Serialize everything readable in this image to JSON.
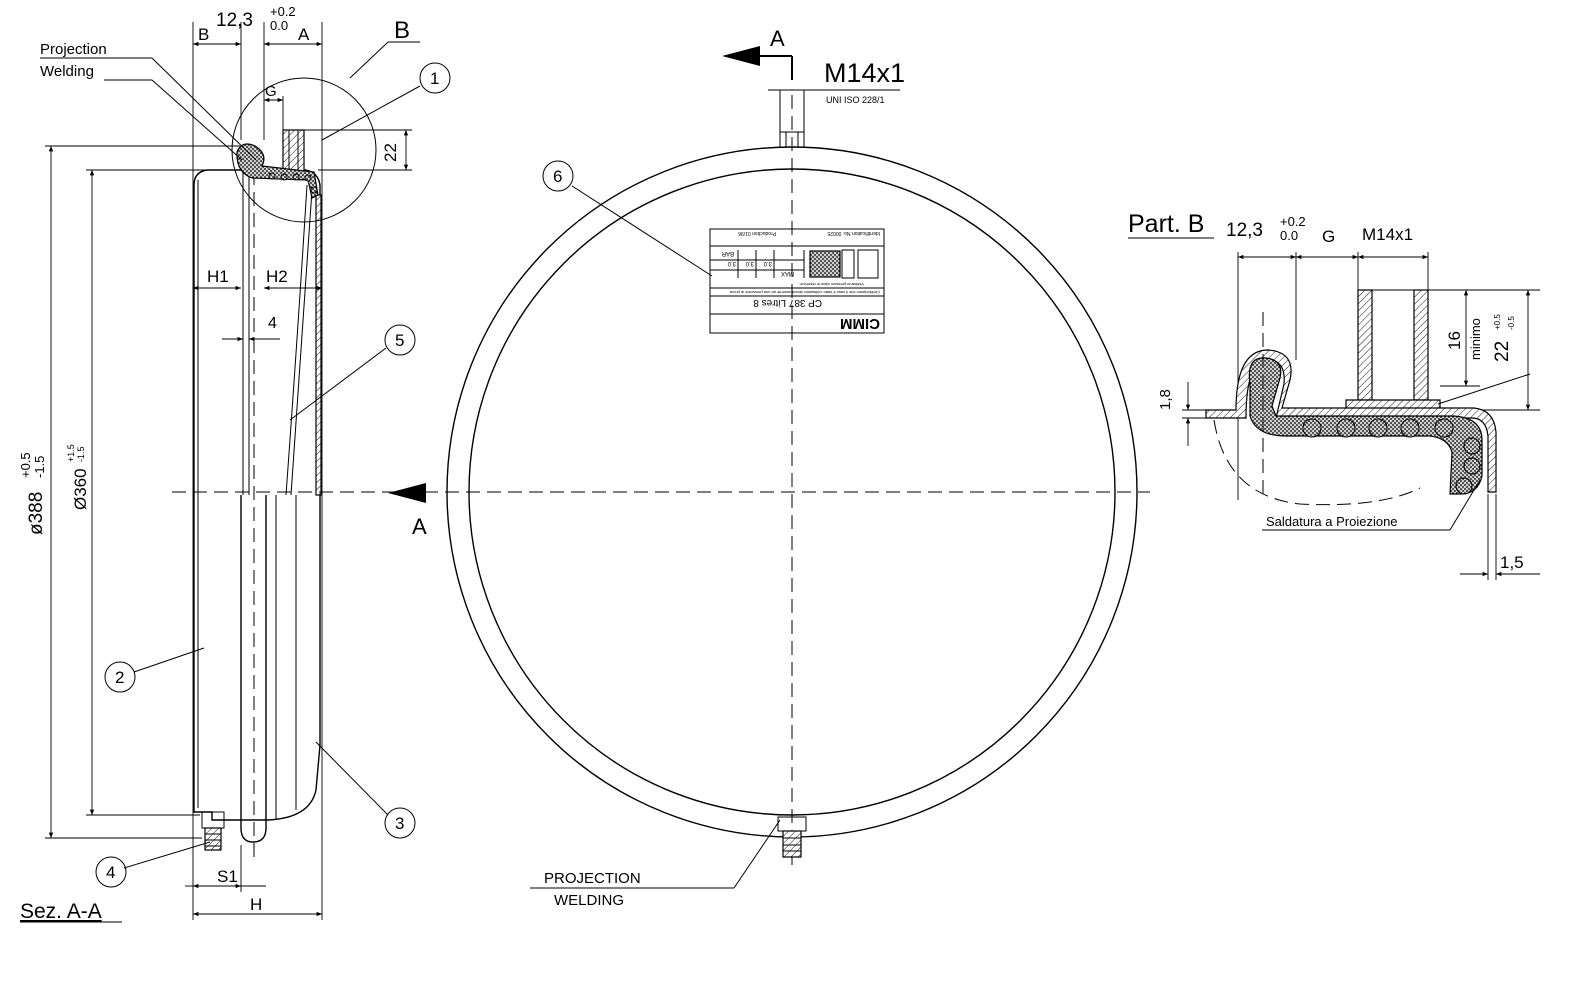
{
  "section": {
    "title": "Sez. A-A",
    "projection_label_1": "Projection",
    "projection_label_2": "Welding",
    "dim_b": "B",
    "dim_a": "A",
    "dim_width": "12,3",
    "tol_plus": "+0.2",
    "tol_minus": "0.0",
    "dim_g": "G",
    "dim_22": "22",
    "dim_h1": "H1",
    "dim_h2": "H2",
    "dim_4": "4",
    "dim_s1": "S1",
    "dim_h": "H",
    "dia_outer": "ø388",
    "dia_outer_tol_plus": "+0.5",
    "dia_outer_tol_minus": "-1.5",
    "dia_inner": "Ø360",
    "dia_inner_tol_plus": "+1.5",
    "dia_inner_tol_minus": "-1.5",
    "detail_ref": "B"
  },
  "front": {
    "section_marker": "A",
    "section_marker_2": "A",
    "thread": "M14x1",
    "thread_std": "UNI ISO 228/1",
    "welding_1": "PROJECTION",
    "welding_2": "WELDING"
  },
  "plate": {
    "brand": "CIMM",
    "model": "CP 387 Litres 8",
    "line1": "Certifichiamo che il vaso è stato collaudato idraulicamente ad una pressione di prova",
    "line2": "Vérifiamo pression dans le réservoir.",
    "production": "Production 01/96",
    "ident": "Identification No. 00025",
    "bar": "BAR",
    "max": "MAX",
    "v1": "3.0",
    "v2": "3.0",
    "v3": "3.0"
  },
  "detail": {
    "title": "Part. B",
    "dim_width": "12,3",
    "tol_plus": "+0.2",
    "tol_minus": "0.0",
    "dim_g": "G",
    "thread": "M14x1",
    "dim_16": "16",
    "minimo": "minimo",
    "dim_22": "22",
    "tol22_plus": "+0.5",
    "tol22_minus": "-0.5",
    "dim_18": "1,8",
    "dim_15": "1,5",
    "weld_label": "Saldatura a Proiezione"
  },
  "callouts": [
    "1",
    "2",
    "3",
    "4",
    "5",
    "6"
  ]
}
